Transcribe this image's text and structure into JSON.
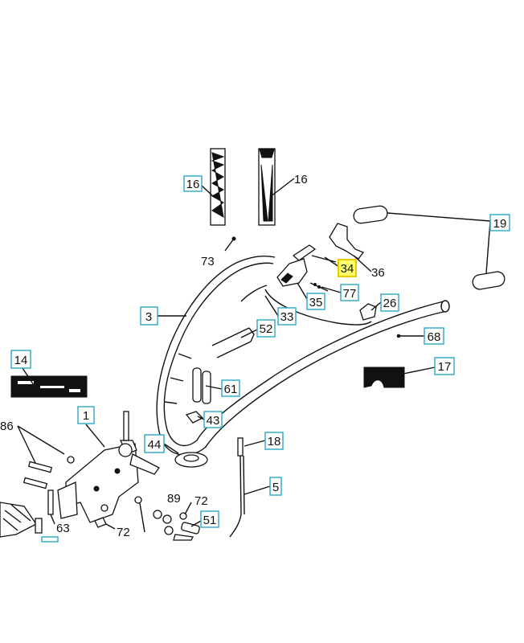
{
  "diagram": {
    "labels": {
      "l16a": "16",
      "l16b": "16",
      "l19": "19",
      "l73": "73",
      "l34": "34",
      "l36": "36",
      "l77": "77",
      "l35": "35",
      "l26": "26",
      "l3": "3",
      "l33": "33",
      "l52": "52",
      "l68": "68",
      "l14": "14",
      "l17": "17",
      "l61": "61",
      "l43": "43",
      "l86": "86",
      "l1": "1",
      "l44": "44",
      "l18": "18",
      "l5": "5",
      "l89": "89",
      "l72a": "72",
      "l72b": "72",
      "l51": "51",
      "l63": "63"
    },
    "colors": {
      "label_border": "#2aa8c6",
      "highlight_fill": "#ffff66",
      "highlight_border": "#f0c800",
      "ink": "#111111"
    }
  }
}
